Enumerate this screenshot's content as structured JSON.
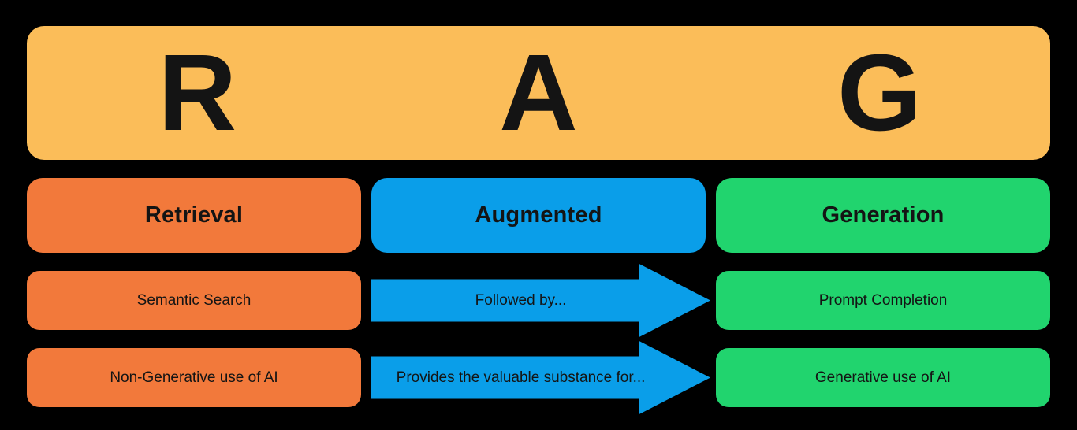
{
  "colors": {
    "background": "#000000",
    "banner": "#FBBD59",
    "retrieval_orange": "#F2793B",
    "augmented_blue": "#0A9EE9",
    "generation_green": "#21D46E",
    "text": "#141414"
  },
  "banner": {
    "letters": {
      "r": "R",
      "a": "A",
      "g": "G"
    }
  },
  "columns": {
    "retrieval": {
      "header": "Retrieval",
      "item1": "Semantic Search",
      "item2": "Non-Generative use of AI"
    },
    "augmented": {
      "header": "Augmented",
      "item1": "Followed by...",
      "item2": "Provides the valuable substance for..."
    },
    "generation": {
      "header": "Generation",
      "item1": "Prompt Completion",
      "item2": "Generative use of AI"
    }
  }
}
